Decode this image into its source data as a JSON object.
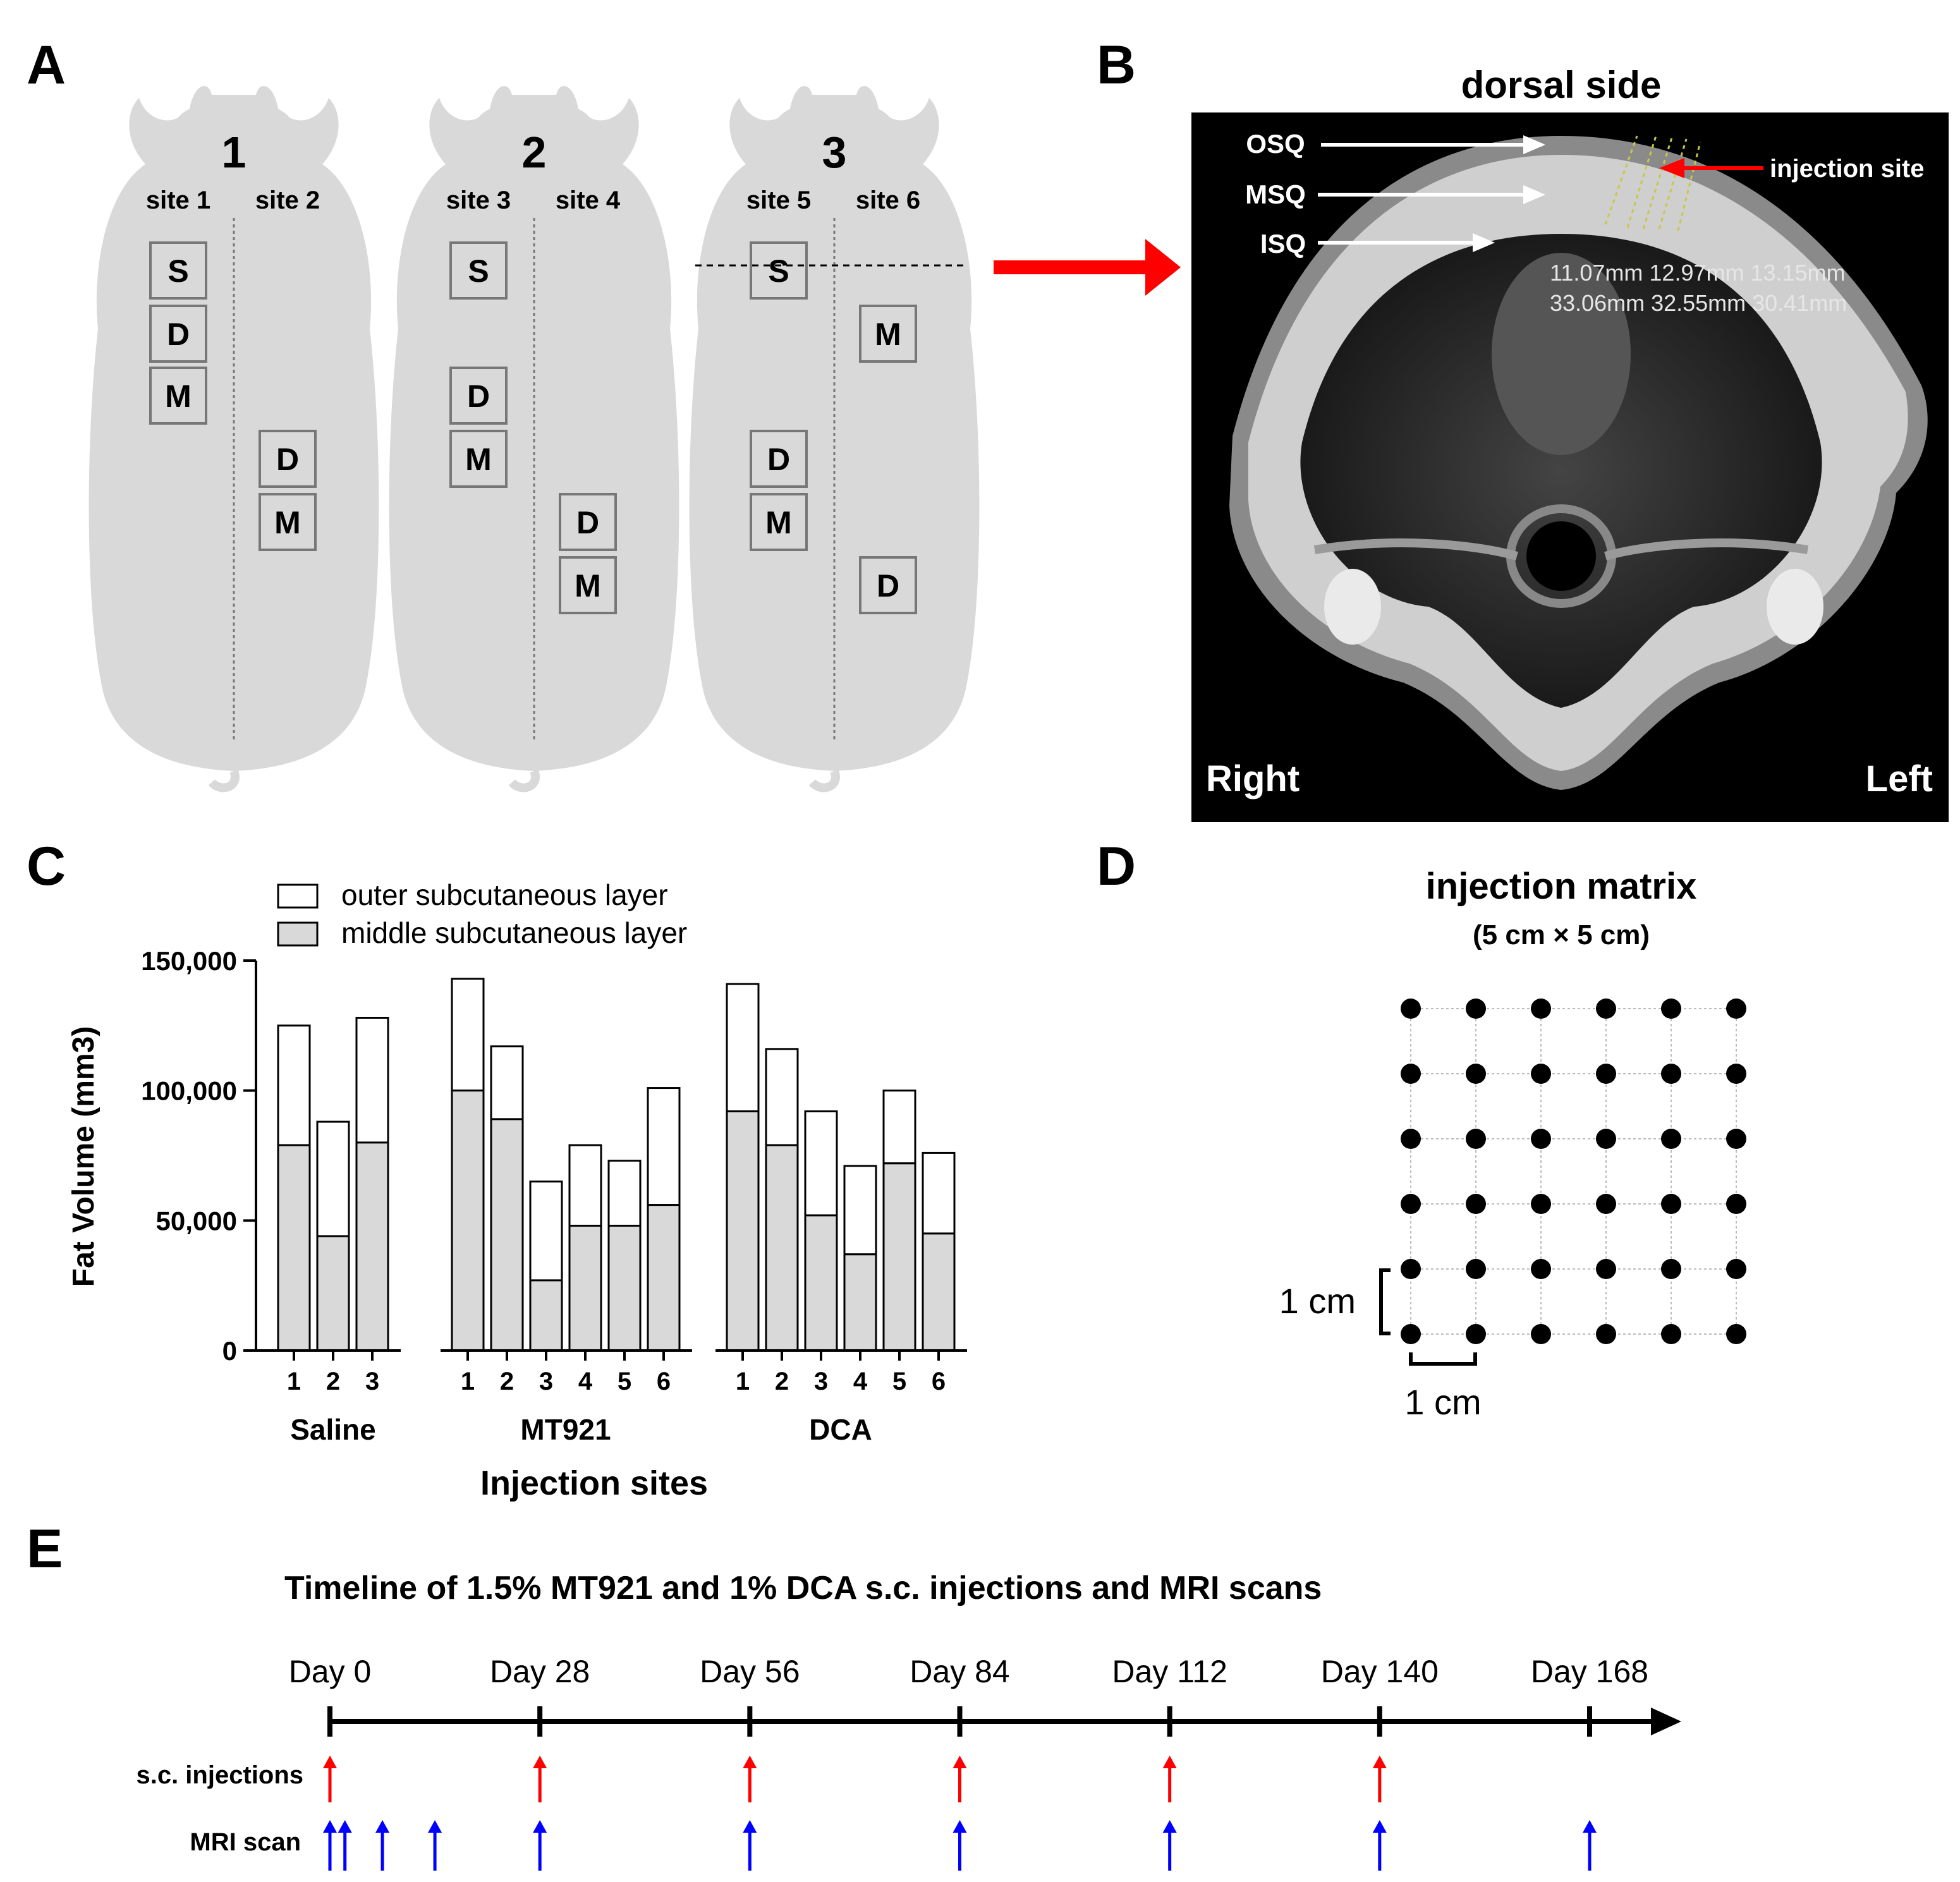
{
  "panels": {
    "a": "A",
    "b": "B",
    "c": "C",
    "d": "D",
    "e": "E"
  },
  "panel_a": {
    "mice": [
      {
        "number": "1",
        "site_left": "site 1",
        "site_right": "site 2",
        "left_boxes": [
          "S",
          "D",
          "M"
        ],
        "right_boxes": [
          "D",
          "M"
        ]
      },
      {
        "number": "2",
        "site_left": "site 3",
        "site_right": "site 4",
        "left_boxes": [
          "S",
          "D",
          "M"
        ],
        "right_boxes": [
          "D",
          "M"
        ]
      },
      {
        "number": "3",
        "site_left": "site 5",
        "site_right": "site 6",
        "left_boxes": [
          "S",
          "D",
          "M"
        ],
        "right_boxes": [
          "M",
          "D"
        ]
      }
    ],
    "colors": {
      "body": "#d9d9d9",
      "arrow": "#ff0000"
    }
  },
  "panel_b": {
    "title": "dorsal side",
    "layers": [
      "OSQ",
      "MSQ",
      "ISQ"
    ],
    "injection_label": "injection site",
    "measure_row1": "11.07mm 12.97mm 13.15mm",
    "measure_row2": "33.06mm 32.55mm 30.41mm",
    "right": "Right",
    "left": "Left"
  },
  "panel_d": {
    "title": "injection matrix",
    "subtitle": "(5 cm × 5 cm)",
    "grid": [
      6,
      6
    ],
    "scale_v": "1 cm",
    "scale_h": "1 cm"
  },
  "panel_e": {
    "title": "Timeline of 1.5% MT921 and 1% DCA s.c. injections and MRI scans",
    "days": [
      "Day 0",
      "Day 28",
      "Day 56",
      "Day 84",
      "Day 112",
      "Day 140",
      "Day 168"
    ],
    "day_values": [
      0,
      28,
      56,
      84,
      112,
      140,
      168
    ],
    "row_injections": "s.c. injections",
    "row_mri": "MRI scan",
    "injection_days": [
      0,
      28,
      56,
      84,
      112,
      140
    ],
    "mri_days": [
      0,
      2,
      7,
      14,
      28,
      56,
      84,
      112,
      140,
      168
    ],
    "colors": {
      "injection": "#ff0000",
      "mri": "#0000ff"
    }
  },
  "chart_data": {
    "type": "bar",
    "stacked": true,
    "ylabel": "Fat Volume (mm3)",
    "xlabel": "Injection sites",
    "ylim": [
      0,
      150000
    ],
    "yticks": [
      "0",
      "50,000",
      "100,000",
      "150,000"
    ],
    "ytick_values": [
      0,
      50000,
      100000,
      150000
    ],
    "legend": [
      "outer subcutaneous layer",
      "middle subcutaneous layer"
    ],
    "legend_position": "top-left",
    "colors": {
      "outer": "#ffffff",
      "middle": "#d9d9d9"
    },
    "groups": [
      {
        "name": "Saline",
        "categories": [
          "1",
          "2",
          "3"
        ],
        "middle": [
          79000,
          44000,
          80000
        ],
        "total": [
          125000,
          88000,
          128000
        ]
      },
      {
        "name": "MT921",
        "categories": [
          "1",
          "2",
          "3",
          "4",
          "5",
          "6"
        ],
        "middle": [
          100000,
          89000,
          27000,
          48000,
          48000,
          56000
        ],
        "total": [
          143000,
          117000,
          65000,
          79000,
          73000,
          101000
        ]
      },
      {
        "name": "DCA",
        "categories": [
          "1",
          "2",
          "3",
          "4",
          "5",
          "6"
        ],
        "middle": [
          92000,
          79000,
          52000,
          37000,
          72000,
          45000
        ],
        "total": [
          141000,
          116000,
          92000,
          71000,
          100000,
          76000
        ]
      }
    ]
  }
}
